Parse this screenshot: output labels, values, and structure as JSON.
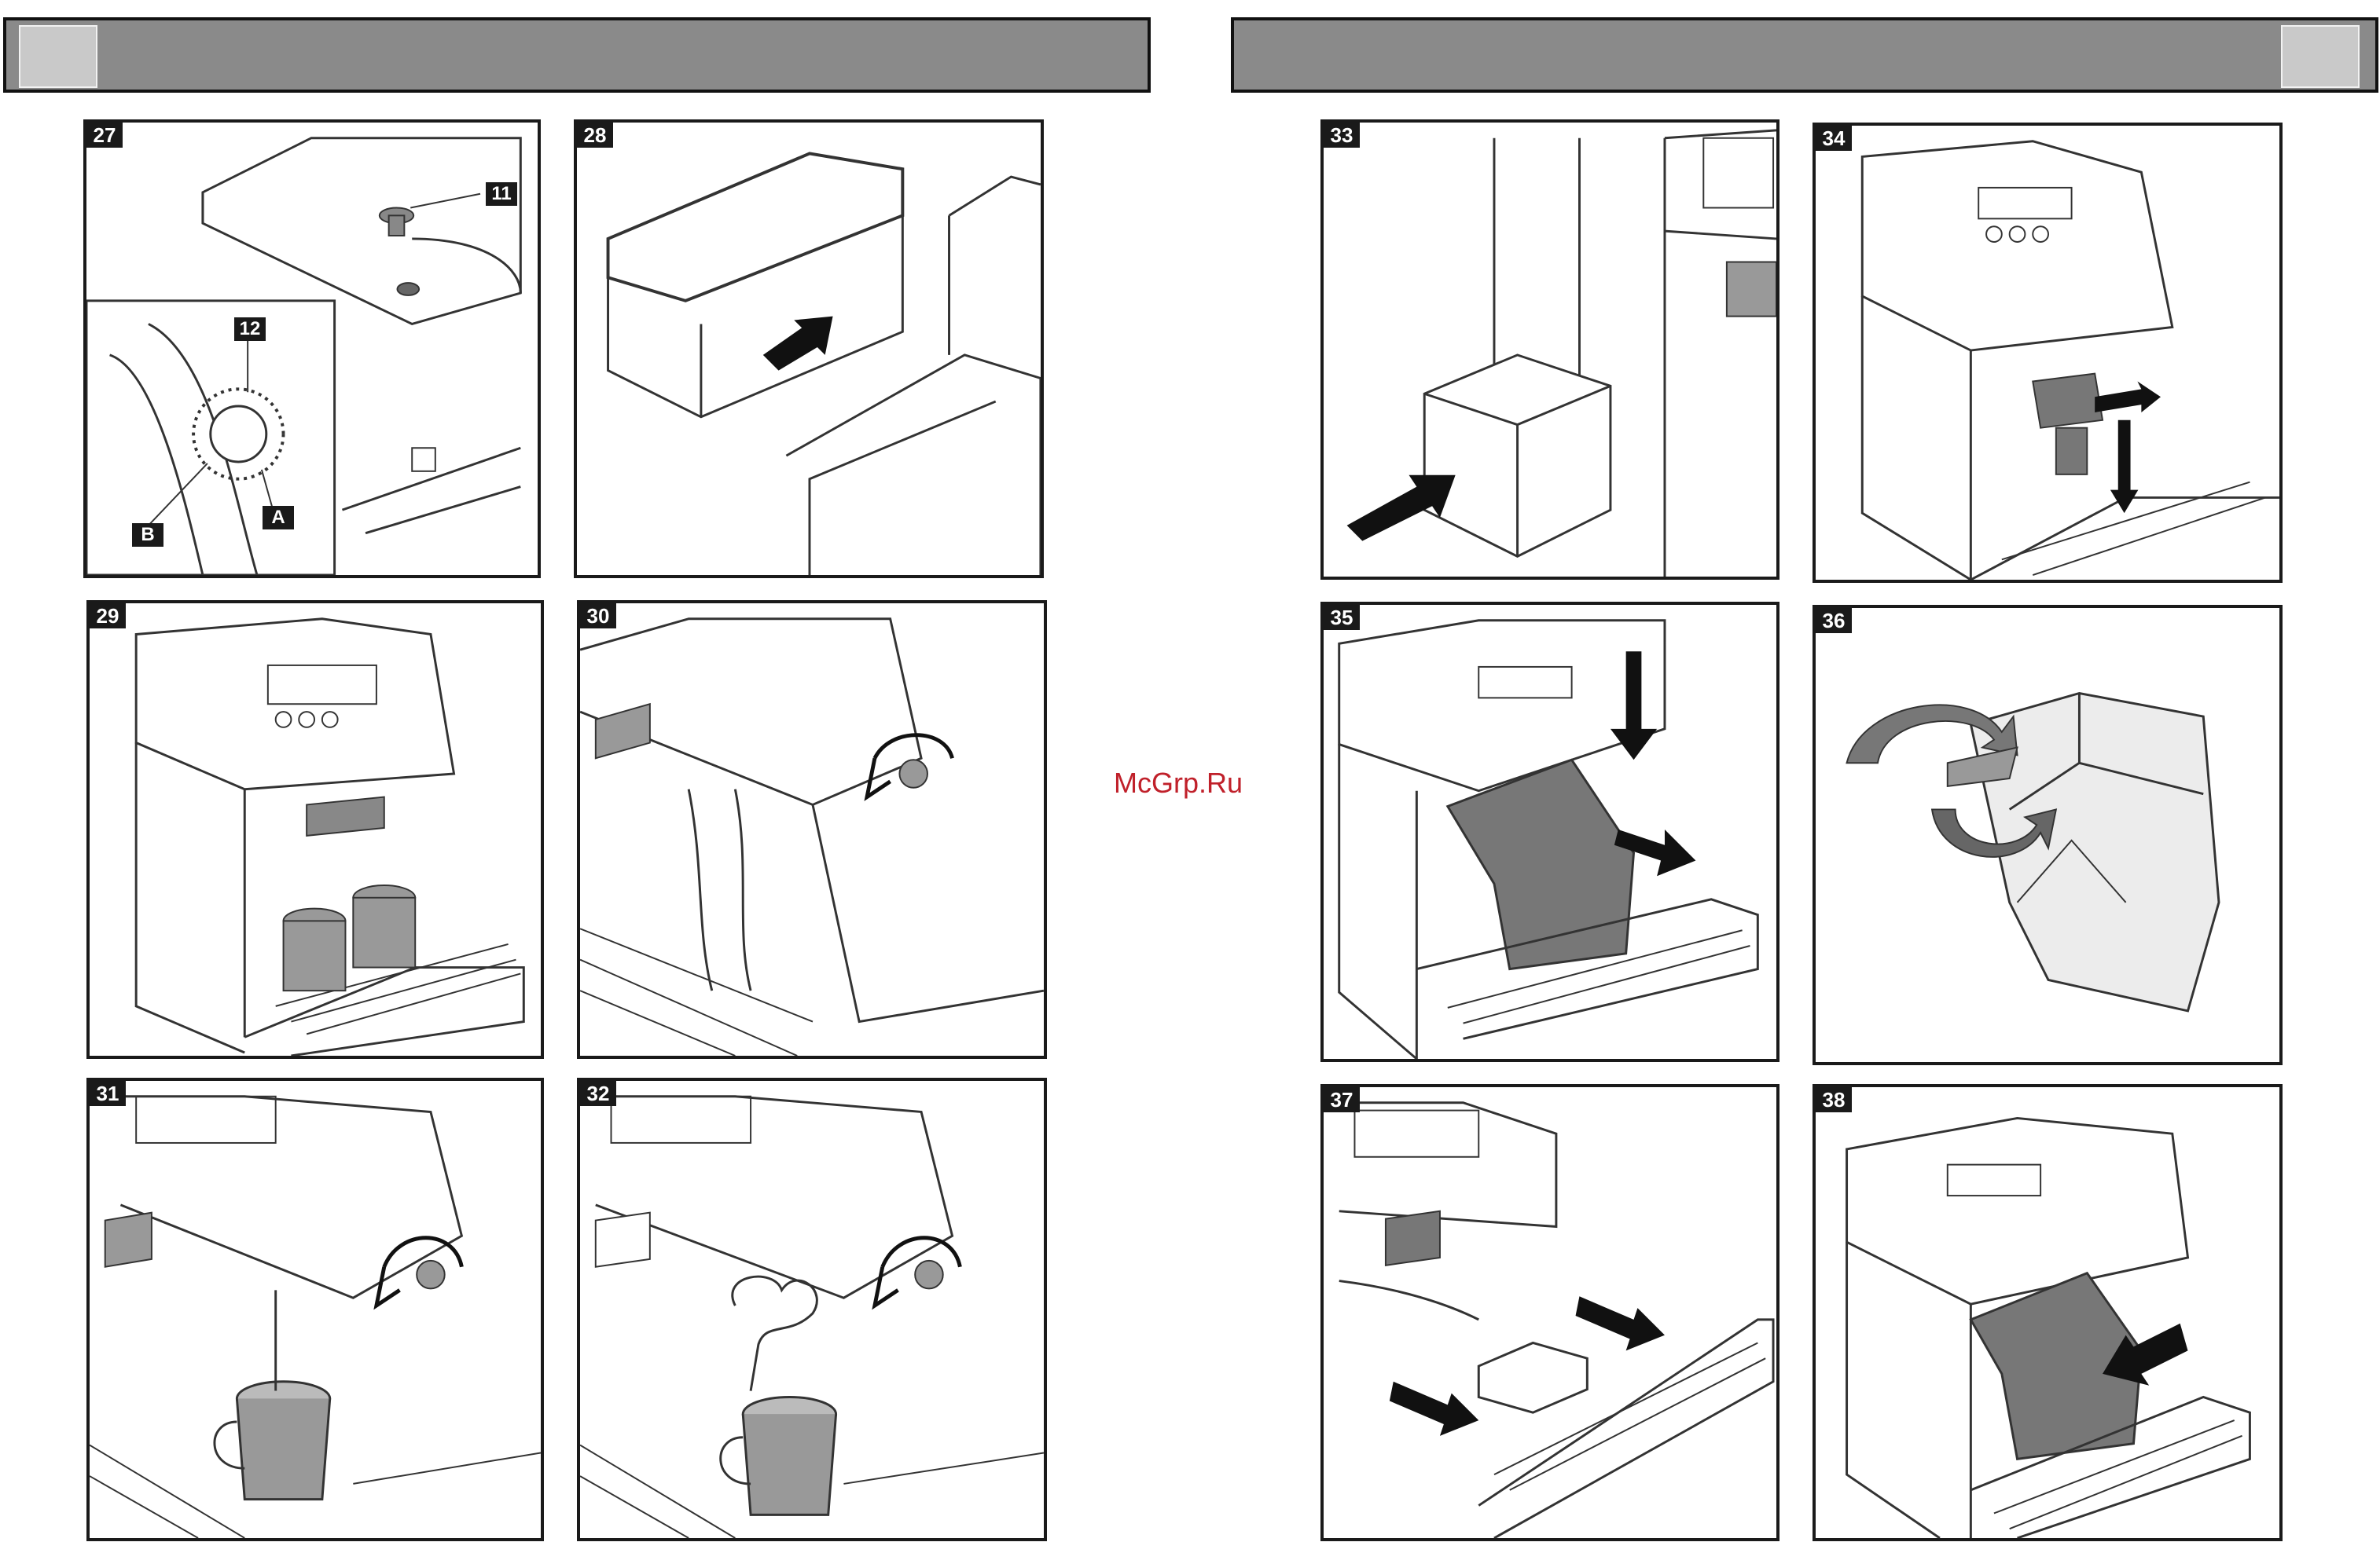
{
  "watermark": "McGrp.Ru",
  "panels": {
    "p27": "27",
    "p28": "28",
    "p29": "29",
    "p30": "30",
    "p31": "31",
    "p32": "32",
    "p33": "33",
    "p34": "34",
    "p35": "35",
    "p36": "36",
    "p37": "37",
    "p38": "38"
  },
  "callouts": {
    "c11": "11",
    "c12": "12",
    "cA": "A",
    "cB": "B"
  },
  "colors": {
    "header": "#8a8a8a",
    "parts": "#7a7a7a",
    "line": "#333333",
    "watermark": "#c0202a"
  }
}
